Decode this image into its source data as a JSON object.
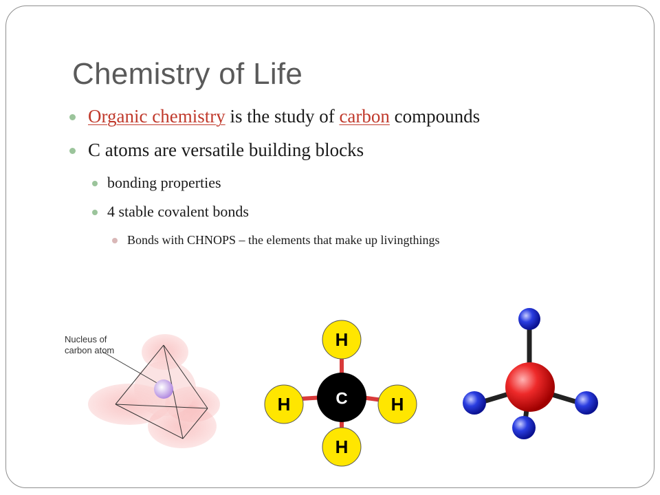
{
  "slide": {
    "title": "Chemistry of Life",
    "bullets": {
      "b1": {
        "link1": "Organic chemistry",
        "text1": " is the study of ",
        "link2": "carbon",
        "text2": " compounds"
      },
      "b2": "C atoms are versatile building blocks",
      "b3": "bonding properties",
      "b4": "4 stable covalent bonds",
      "b5": "Bonds with CHNOPS – the elements that make up livingthings"
    }
  },
  "figures": {
    "tetrahedron": {
      "caption_line1": "Nucleus of",
      "caption_line2": "carbon atom"
    },
    "lewis": {
      "center": "C",
      "top": "H",
      "left": "H",
      "right": "H",
      "bottom": "H"
    },
    "ball_and_stick": {}
  },
  "colors": {
    "link": "#c0392b",
    "bullet": "#9bc49b",
    "hydrogen_fill": "#ffe600",
    "bond": "#d83a3a",
    "carbon_ball": "#e02020",
    "hydrogen_ball": "#2a3de0"
  }
}
